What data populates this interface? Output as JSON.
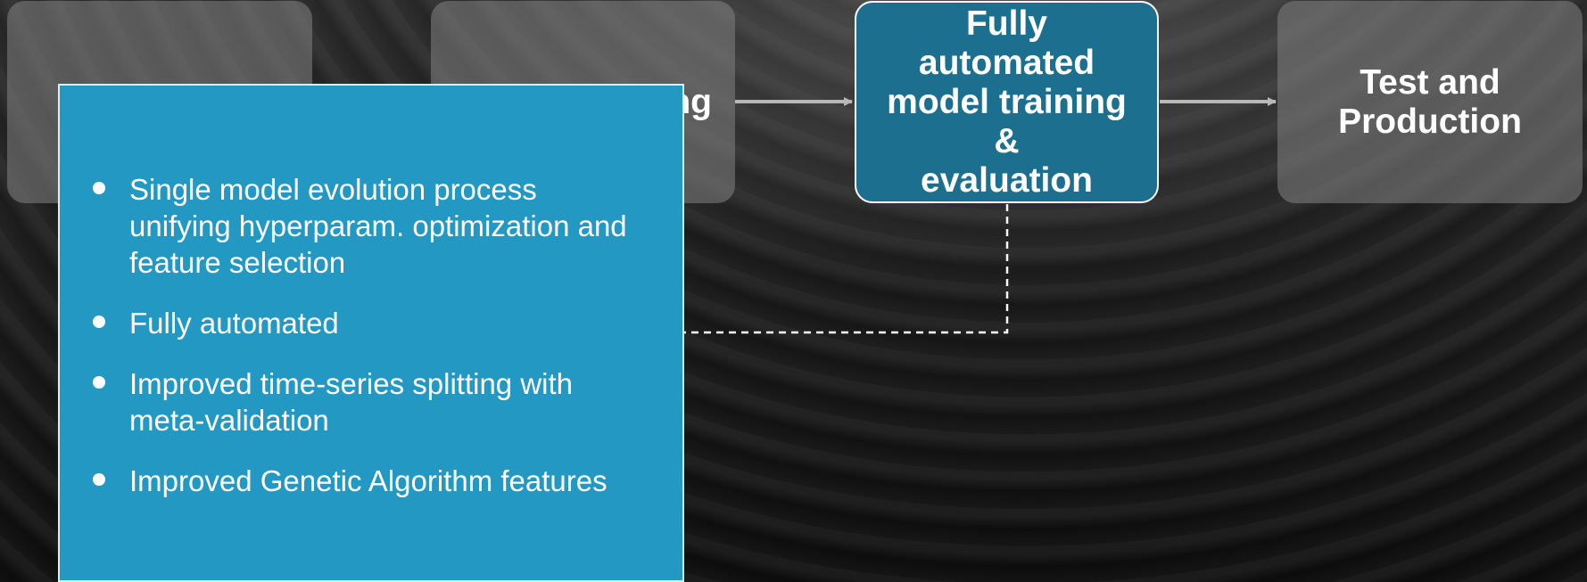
{
  "diagram": {
    "steps": [
      {
        "label": "",
        "state": "inactive"
      },
      {
        "label": "ng",
        "state": "inactive"
      },
      {
        "label": "Fully automated\nmodel training &\nevaluation",
        "state": "active"
      },
      {
        "label": "Test and\nProduction",
        "state": "inactive"
      }
    ],
    "details": {
      "bullets": [
        "Single model evolution process\nunifying hyperparam. optimization and\nfeature selection",
        "Fully automated",
        "Improved time-series splitting with\nmeta-validation",
        "Improved Genetic Algorithm features"
      ]
    },
    "colors": {
      "active_box": "#1c6f8e",
      "inactive_box": "#7e7e7e",
      "callout": "#2398c3",
      "text": "#ffffff",
      "arrow": "#b8b8b8"
    }
  }
}
